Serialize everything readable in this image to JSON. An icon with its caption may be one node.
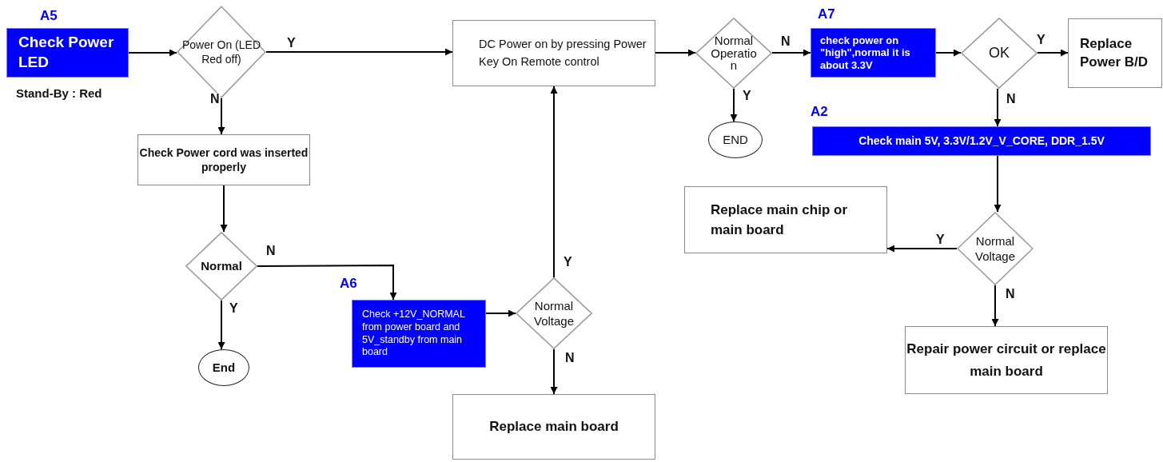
{
  "diagram": {
    "nodes": [
      {
        "text": [
          "Check Power LED"
        ],
        "beside": [
          "A5",
          "Stand-By : Red"
        ]
      },
      {
        "text": [
          "Power On (LED Red off)"
        ]
      },
      {
        "text": [
          "Check Power cord was inserted properly"
        ]
      },
      {
        "text": [
          "Normal"
        ]
      },
      {
        "text": [
          "End"
        ]
      },
      {
        "text": [
          "Check +12V_NORMAL from power board and 5V_standby from main board"
        ],
        "beside": [
          "A6"
        ]
      },
      {
        "text": [
          "Normal Voltage"
        ]
      },
      {
        "text": [
          "Replace main board"
        ]
      },
      {
        "text": [
          "DC Power on by pressing Power Key On Remote control"
        ]
      },
      {
        "text": [
          "Normal Operation"
        ]
      },
      {
        "text": [
          "END"
        ]
      },
      {
        "text": [
          "check power on \"high\",normal it is about 3.3V"
        ],
        "beside": [
          "A7"
        ]
      },
      {
        "text": [
          "OK"
        ]
      },
      {
        "text": [
          "Replace Power B/D"
        ]
      },
      {
        "text": [
          "Check main 5V, 3.3V/1.2V_V_CORE, DDR_1.5V"
        ],
        "beside": [
          "A2"
        ]
      },
      {
        "text": [
          "Normal Voltage"
        ]
      },
      {
        "text": [
          "Replace main chip or main board"
        ]
      },
      {
        "text": [
          "Repair power circuit or replace main board"
        ]
      }
    ],
    "edges": [
      {
        "from": 0,
        "to": 1,
        "arrow": "to"
      },
      {
        "from": 1,
        "to": 8,
        "arrow": "to",
        "label": "Y"
      },
      {
        "from": 1,
        "to": 2,
        "arrow": "to",
        "label": "N"
      },
      {
        "from": 2,
        "to": 3,
        "arrow": "to"
      },
      {
        "from": 3,
        "to": 5,
        "arrow": "to",
        "label": "N"
      },
      {
        "from": 3,
        "to": 4,
        "arrow": "to",
        "label": "Y"
      },
      {
        "from": 5,
        "to": 6,
        "arrow": "to"
      },
      {
        "from": 6,
        "to": 8,
        "arrow": "to",
        "label": "Y"
      },
      {
        "from": 6,
        "to": 7,
        "arrow": "to",
        "label": "N"
      },
      {
        "from": 8,
        "to": 9,
        "arrow": "to"
      },
      {
        "from": 9,
        "to": 11,
        "arrow": "to",
        "label": "N"
      },
      {
        "from": 9,
        "to": 10,
        "arrow": "to",
        "label": "Y"
      },
      {
        "from": 11,
        "to": 12,
        "arrow": "to"
      },
      {
        "from": 12,
        "to": 13,
        "arrow": "to",
        "label": "Y"
      },
      {
        "from": 12,
        "to": 14,
        "arrow": "to",
        "label": "N"
      },
      {
        "from": 14,
        "to": 15,
        "arrow": "to"
      },
      {
        "from": 15,
        "to": 16,
        "arrow": "to",
        "label": "Y"
      },
      {
        "from": 15,
        "to": 17,
        "arrow": "to",
        "label": "N"
      }
    ]
  }
}
